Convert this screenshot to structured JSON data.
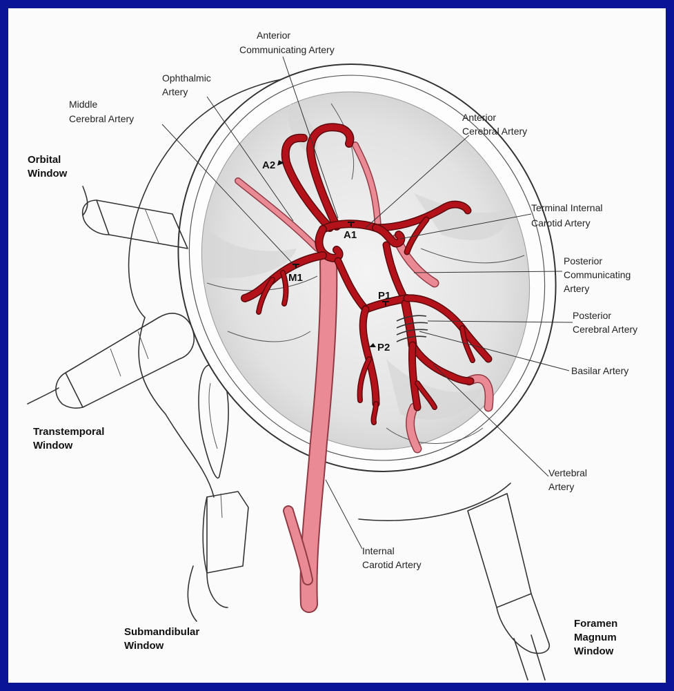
{
  "labels": {
    "anterior_communicating": [
      "Anterior",
      "Communicating Artery"
    ],
    "ophthalmic": [
      "Ophthalmic",
      "Artery"
    ],
    "middle_cerebral": [
      "Middle",
      "Cerebral Artery"
    ],
    "anterior_cerebral": [
      "Anterior",
      "Cerebral Artery"
    ],
    "terminal_internal_carotid": [
      "Terminal Internal",
      "Carotid Artery"
    ],
    "posterior_communicating": [
      "Posterior",
      "Communicating",
      "Artery"
    ],
    "posterior_cerebral": [
      "Posterior",
      "Cerebral Artery"
    ],
    "basilar": [
      "Basilar Artery"
    ],
    "vertebral": [
      "Vertebral",
      "Artery"
    ],
    "internal_carotid": [
      "Internal",
      "Carotid Artery"
    ]
  },
  "windows": {
    "orbital": [
      "Orbital",
      "Window"
    ],
    "transtemporal": [
      "Transtemporal",
      "Window"
    ],
    "submandibular": [
      "Submandibular",
      "Window"
    ],
    "foramen_magnum": [
      "Foramen",
      "Magnum",
      "Window"
    ]
  },
  "segments": {
    "a1": "A1",
    "a2": "A2",
    "m1": "M1",
    "p1": "P1",
    "p2": "P2"
  },
  "colors": {
    "background": "#0a1496",
    "artery": "#b3121a",
    "vessel_pink": "#e98a94",
    "brain_fill": "#e6e6e6"
  }
}
